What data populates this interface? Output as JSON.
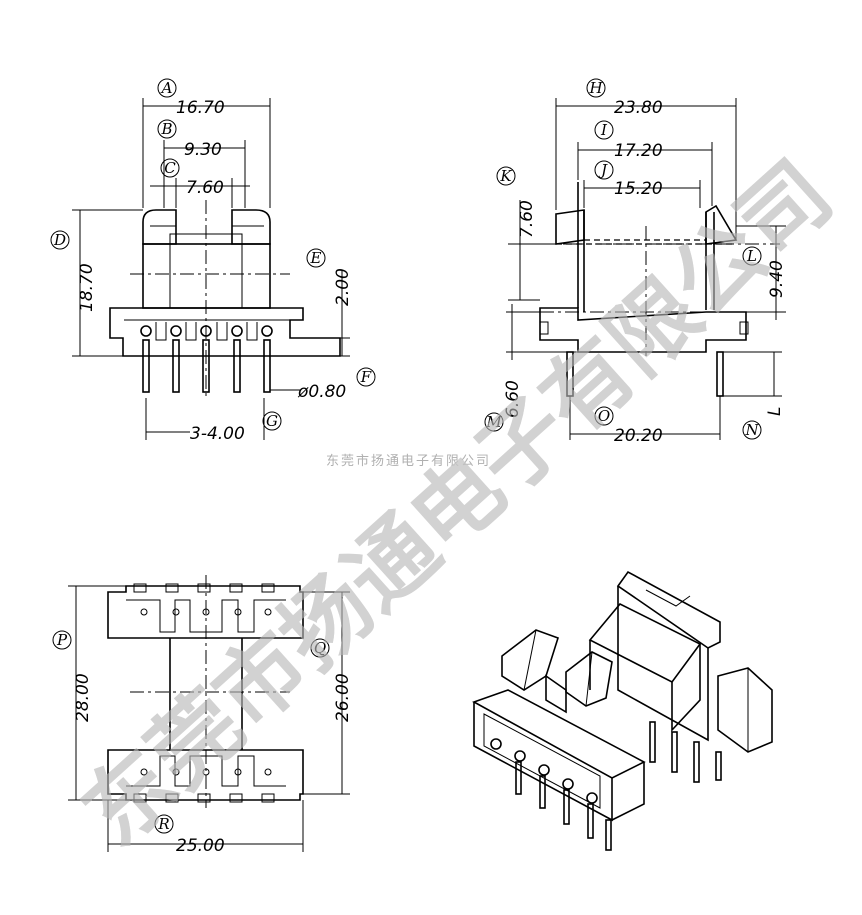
{
  "watermark": {
    "large_text": "东莞市扬通电子有限公司",
    "small_text": "东莞市扬通电子有限公司"
  },
  "front_view": {
    "A": {
      "label": "A",
      "value": "16.70"
    },
    "B": {
      "label": "B",
      "value": "9.30"
    },
    "C": {
      "label": "C",
      "value": "7.60"
    },
    "D": {
      "label": "D",
      "value": "18.70"
    },
    "E": {
      "label": "E",
      "value": "2.00"
    },
    "F": {
      "label": "F",
      "value": "ø0.80"
    },
    "G": {
      "label": "G",
      "value": "3-4.00"
    }
  },
  "side_view": {
    "H": {
      "label": "H",
      "value": "23.80"
    },
    "I": {
      "label": "I",
      "value": "17.20"
    },
    "J": {
      "label": "J",
      "value": "15.20"
    },
    "K": {
      "label": "K",
      "value": "7.60"
    },
    "L": {
      "label": "L",
      "value": "9.40"
    },
    "M": {
      "label": "M",
      "value": "6.60"
    },
    "N": {
      "label": "N",
      "value": "L"
    },
    "O": {
      "label": "O",
      "value": "20.20"
    }
  },
  "bottom_view": {
    "P": {
      "label": "P",
      "value": "28.00"
    },
    "Q": {
      "label": "Q",
      "value": "26.00"
    },
    "R": {
      "label": "R",
      "value": "25.00"
    }
  }
}
